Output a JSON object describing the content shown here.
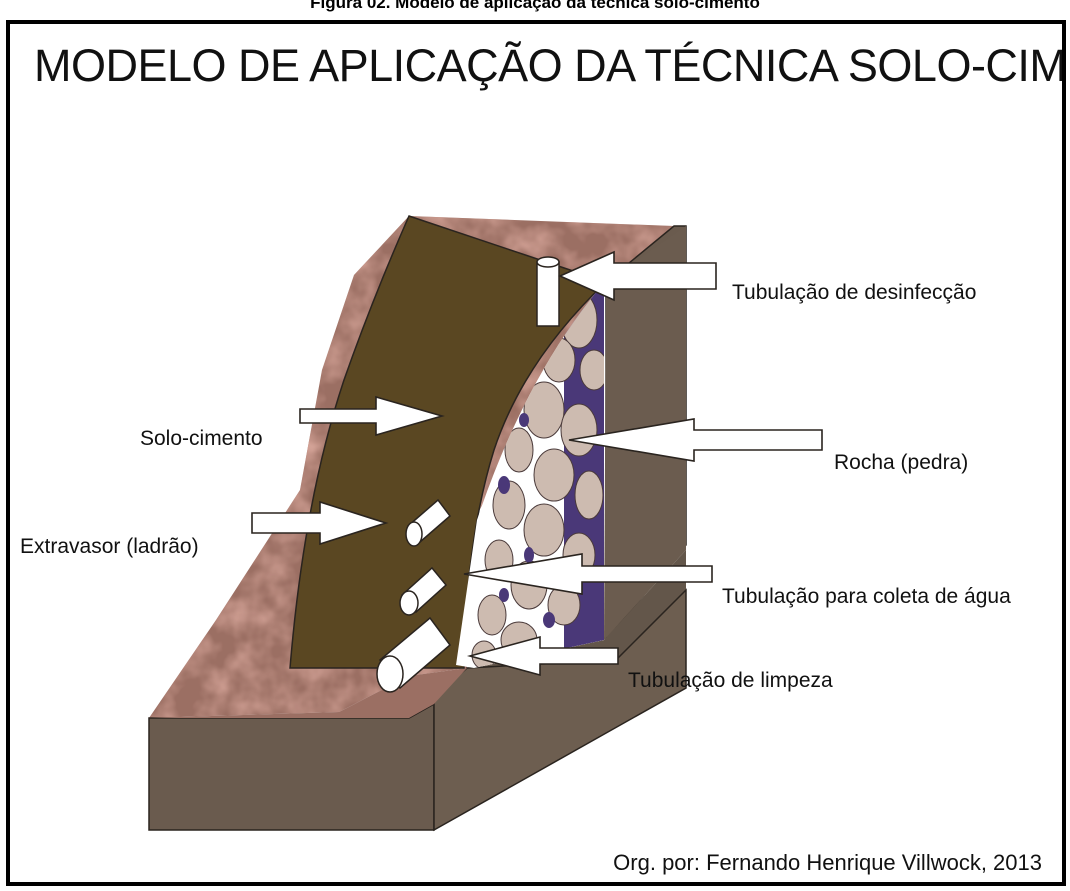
{
  "figure": {
    "caption": "Figura 02. Modelo de aplicação da técnica solo-cimento",
    "title": "MODELO DE APLICAÇÃO DA TÉCNICA SOLO-CIMENTO",
    "credit": "Org. por: Fernando Henrique Villwock, 2013"
  },
  "labels": {
    "disinfection_pipe": "Tubulação de desinfecção",
    "soil_cement": "Solo-cimento",
    "rock": "Rocha (pedra)",
    "overflow": "Extravasor (ladrão)",
    "water_collection_pipe": "Tubulação para coleta de água",
    "cleaning_pipe": "Tubulação de limpeza"
  },
  "colors": {
    "soil_surface": "#9b6f63",
    "earth_side": "#6a5b4e",
    "soil_cement_wall": "#5a4722",
    "rock": "#cdbbb0",
    "drain_layer": "#4a3878",
    "arrow_fill": "#ffffff"
  }
}
